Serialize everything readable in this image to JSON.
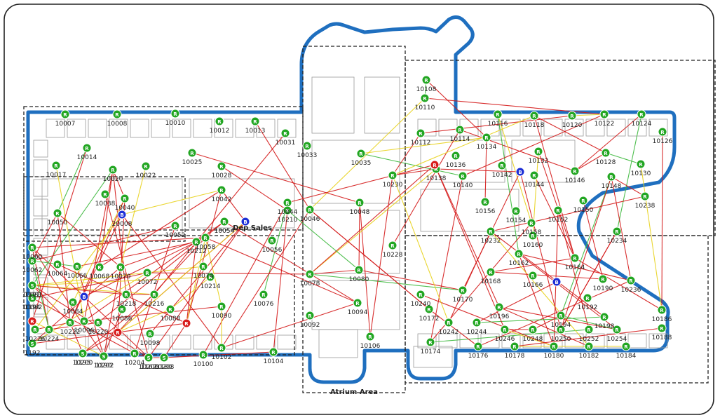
{
  "colors": {
    "outline": "#1f6fbf",
    "link_red": "#d41818",
    "link_yellow": "#e8d21b",
    "link_green": "#3cb83c",
    "node_green": "#22a622",
    "node_blue": "#1e2fd6",
    "node_red": "#d81b1b"
  },
  "labels": {
    "atrium": "Atrium Area",
    "dep_sales": "Dep Sales"
  },
  "nodes": [
    {
      "id": "n1",
      "t": "R",
      "c": "green",
      "label": "10007"
    },
    {
      "id": "n2",
      "t": "R",
      "c": "green",
      "label": "10008"
    },
    {
      "id": "n3",
      "t": "R",
      "c": "green",
      "label": "10010"
    },
    {
      "id": "n4",
      "t": "R",
      "c": "green",
      "label": "10012"
    },
    {
      "id": "n5",
      "t": "R",
      "c": "green",
      "label": "10013"
    },
    {
      "id": "n6",
      "t": "R",
      "c": "green",
      "label": "10014"
    },
    {
      "id": "n7",
      "t": "R",
      "c": "green",
      "label": "10017"
    },
    {
      "id": "n8",
      "t": "R",
      "c": "green",
      "label": "10020"
    },
    {
      "id": "n9",
      "t": "R",
      "c": "green",
      "label": "10022"
    },
    {
      "id": "n10",
      "t": "R",
      "c": "green",
      "label": "10025"
    },
    {
      "id": "n11",
      "t": "R",
      "c": "green",
      "label": "10028"
    },
    {
      "id": "n12",
      "t": "R",
      "c": "green",
      "label": "10031"
    },
    {
      "id": "n13",
      "t": "R",
      "c": "green",
      "label": "10033"
    },
    {
      "id": "n14",
      "t": "R",
      "c": "green",
      "label": "10035"
    },
    {
      "id": "n15",
      "t": "R",
      "c": "green",
      "label": "10038"
    },
    {
      "id": "n16",
      "t": "R",
      "c": "green",
      "label": "10040"
    },
    {
      "id": "n17",
      "t": "R",
      "c": "green",
      "label": "10042"
    },
    {
      "id": "n18",
      "t": "R",
      "c": "green",
      "label": "10044"
    },
    {
      "id": "n19",
      "t": "R",
      "c": "green",
      "label": "10046"
    },
    {
      "id": "n20",
      "t": "R",
      "c": "green",
      "label": "10048"
    },
    {
      "id": "n21",
      "t": "R",
      "c": "green",
      "label": "10050"
    },
    {
      "id": "n22",
      "t": "R",
      "c": "green",
      "label": "10052"
    },
    {
      "id": "n23",
      "t": "R",
      "c": "green",
      "label": "10054"
    },
    {
      "id": "n24",
      "t": "R",
      "c": "green",
      "label": "10056"
    },
    {
      "id": "n25",
      "t": "R",
      "c": "green",
      "label": "10058"
    },
    {
      "id": "n26",
      "t": "R",
      "c": "green",
      "label": "10060"
    },
    {
      "id": "n27",
      "t": "R",
      "c": "green",
      "label": "10062"
    },
    {
      "id": "n28",
      "t": "R",
      "c": "green",
      "label": "10064"
    },
    {
      "id": "n29",
      "t": "R",
      "c": "green",
      "label": "10066"
    },
    {
      "id": "n30",
      "t": "R",
      "c": "green",
      "label": "10068"
    },
    {
      "id": "n31",
      "t": "R",
      "c": "green",
      "label": "10070"
    },
    {
      "id": "n32",
      "t": "R",
      "c": "green",
      "label": "10072"
    },
    {
      "id": "n33",
      "t": "R",
      "c": "green",
      "label": "10074"
    },
    {
      "id": "n34",
      "t": "R",
      "c": "green",
      "label": "10076"
    },
    {
      "id": "n35",
      "t": "R",
      "c": "green",
      "label": "10078"
    },
    {
      "id": "n36",
      "t": "R",
      "c": "green",
      "label": "10080"
    },
    {
      "id": "n37",
      "t": "R",
      "c": "green",
      "label": "10081"
    },
    {
      "id": "n38",
      "t": "R",
      "c": "green",
      "label": "10082"
    },
    {
      "id": "n39",
      "t": "R",
      "c": "green",
      "label": "10084"
    },
    {
      "id": "n40",
      "t": "R",
      "c": "green",
      "label": "10086"
    },
    {
      "id": "n41",
      "t": "R",
      "c": "green",
      "label": "10088"
    },
    {
      "id": "n42",
      "t": "R",
      "c": "green",
      "label": "10090"
    },
    {
      "id": "n43",
      "t": "R",
      "c": "green",
      "label": "10092"
    },
    {
      "id": "n44",
      "t": "R",
      "c": "green",
      "label": "10094"
    },
    {
      "id": "n45",
      "t": "R",
      "c": "green",
      "label": "10096"
    },
    {
      "id": "n46",
      "t": "R",
      "c": "green",
      "label": "10098"
    },
    {
      "id": "n47",
      "t": "R",
      "c": "green",
      "label": "10100"
    },
    {
      "id": "n48",
      "t": "R",
      "c": "green",
      "label": "10102"
    },
    {
      "id": "n49",
      "t": "R",
      "c": "green",
      "label": "10104"
    },
    {
      "id": "n50",
      "t": "R",
      "c": "green",
      "label": "10106"
    },
    {
      "id": "n51",
      "t": "R",
      "c": "green",
      "label": "10108"
    },
    {
      "id": "n52",
      "t": "R",
      "c": "green",
      "label": "10110"
    },
    {
      "id": "n53",
      "t": "R",
      "c": "green",
      "label": "10112"
    },
    {
      "id": "n54",
      "t": "R",
      "c": "green",
      "label": "10114"
    },
    {
      "id": "n55",
      "t": "R",
      "c": "green",
      "label": "10116"
    },
    {
      "id": "n56",
      "t": "R",
      "c": "green",
      "label": "10118"
    },
    {
      "id": "n57",
      "t": "R",
      "c": "green",
      "label": "10120"
    },
    {
      "id": "n58",
      "t": "R",
      "c": "green",
      "label": "10122"
    },
    {
      "id": "n59",
      "t": "R",
      "c": "green",
      "label": "10124"
    },
    {
      "id": "n60",
      "t": "R",
      "c": "green",
      "label": "10126"
    },
    {
      "id": "n61",
      "t": "R",
      "c": "green",
      "label": "10128"
    },
    {
      "id": "n62",
      "t": "R",
      "c": "green",
      "label": "10130"
    },
    {
      "id": "n63",
      "t": "R",
      "c": "green",
      "label": "10132"
    },
    {
      "id": "n64",
      "t": "R",
      "c": "green",
      "label": "10134"
    },
    {
      "id": "n65",
      "t": "R",
      "c": "green",
      "label": "10136"
    },
    {
      "id": "n66",
      "t": "R",
      "c": "green",
      "label": "10138"
    },
    {
      "id": "n67",
      "t": "R",
      "c": "green",
      "label": "10140"
    },
    {
      "id": "n68",
      "t": "R",
      "c": "green",
      "label": "10142"
    },
    {
      "id": "n69",
      "t": "R",
      "c": "green",
      "label": "10144"
    },
    {
      "id": "n70",
      "t": "R",
      "c": "green",
      "label": "10146"
    },
    {
      "id": "n71",
      "t": "R",
      "c": "green",
      "label": "10148"
    },
    {
      "id": "n72",
      "t": "R",
      "c": "green",
      "label": "10150"
    },
    {
      "id": "n73",
      "t": "R",
      "c": "green",
      "label": "10152"
    },
    {
      "id": "n74",
      "t": "R",
      "c": "green",
      "label": "10154"
    },
    {
      "id": "n75",
      "t": "R",
      "c": "green",
      "label": "10156"
    },
    {
      "id": "n76",
      "t": "R",
      "c": "green",
      "label": "10158"
    },
    {
      "id": "n77",
      "t": "R",
      "c": "green",
      "label": "10160"
    },
    {
      "id": "n78",
      "t": "R",
      "c": "green",
      "label": "10162"
    },
    {
      "id": "n79",
      "t": "R",
      "c": "green",
      "label": "10164"
    },
    {
      "id": "n80",
      "t": "R",
      "c": "green",
      "label": "10166"
    },
    {
      "id": "n81",
      "t": "R",
      "c": "green",
      "label": "10168"
    },
    {
      "id": "n82",
      "t": "R",
      "c": "green",
      "label": "10170"
    },
    {
      "id": "n83",
      "t": "R",
      "c": "green",
      "label": "10172"
    },
    {
      "id": "n84",
      "t": "R",
      "c": "green",
      "label": "10174"
    },
    {
      "id": "n85",
      "t": "R",
      "c": "green",
      "label": "10176"
    },
    {
      "id": "n86",
      "t": "R",
      "c": "green",
      "label": "10178"
    },
    {
      "id": "n87",
      "t": "R",
      "c": "green",
      "label": "10180"
    },
    {
      "id": "n88",
      "t": "R",
      "c": "green",
      "label": "10182"
    },
    {
      "id": "n89",
      "t": "R",
      "c": "green",
      "label": "10184"
    },
    {
      "id": "n90",
      "t": "R",
      "c": "green",
      "label": "10186"
    },
    {
      "id": "n91",
      "t": "R",
      "c": "green",
      "label": "10188"
    },
    {
      "id": "n92",
      "t": "R",
      "c": "green",
      "label": "10190"
    },
    {
      "id": "n93",
      "t": "R",
      "c": "green",
      "label": "10192"
    },
    {
      "id": "n94",
      "t": "R",
      "c": "green",
      "label": "10194"
    },
    {
      "id": "n95",
      "t": "R",
      "c": "green",
      "label": "10196"
    },
    {
      "id": "n96",
      "t": "R",
      "c": "green",
      "label": "10198"
    },
    {
      "id": "n97",
      "t": "R",
      "c": "green",
      "label": "10200"
    },
    {
      "id": "n98",
      "t": "R",
      "c": "green",
      "label": "10202"
    },
    {
      "id": "n99",
      "t": "R",
      "c": "green",
      "label": "10204"
    },
    {
      "id": "n100",
      "t": "R",
      "c": "green",
      "label": "10206"
    },
    {
      "id": "n101",
      "t": "R",
      "c": "green",
      "label": "10208"
    },
    {
      "id": "n102",
      "t": "R",
      "c": "green",
      "label": "10210"
    },
    {
      "id": "n103",
      "t": "R",
      "c": "green",
      "label": "10212"
    },
    {
      "id": "n104",
      "t": "R",
      "c": "green",
      "label": "10214"
    },
    {
      "id": "n105",
      "t": "R",
      "c": "green",
      "label": "10216"
    },
    {
      "id": "n106",
      "t": "R",
      "c": "green",
      "label": "10218"
    },
    {
      "id": "n107",
      "t": "R",
      "c": "green",
      "label": "10220"
    },
    {
      "id": "n108",
      "t": "R",
      "c": "green",
      "label": "10222"
    },
    {
      "id": "n109",
      "t": "R",
      "c": "green",
      "label": "10224"
    },
    {
      "id": "n110",
      "t": "R",
      "c": "green",
      "label": "10226"
    },
    {
      "id": "n111",
      "t": "R",
      "c": "green",
      "label": "10228"
    },
    {
      "id": "n112",
      "t": "R",
      "c": "green",
      "label": "10230"
    },
    {
      "id": "n113",
      "t": "R",
      "c": "green",
      "label": "10232"
    },
    {
      "id": "n114",
      "t": "R",
      "c": "green",
      "label": "10234"
    },
    {
      "id": "n115",
      "t": "R",
      "c": "green",
      "label": "10236"
    },
    {
      "id": "n116",
      "t": "R",
      "c": "green",
      "label": "10238"
    },
    {
      "id": "n117",
      "t": "R",
      "c": "green",
      "label": "10240"
    },
    {
      "id": "n118",
      "t": "R",
      "c": "green",
      "label": "10242"
    },
    {
      "id": "n119",
      "t": "R",
      "c": "green",
      "label": "10244"
    },
    {
      "id": "n120",
      "t": "R",
      "c": "green",
      "label": "10246"
    },
    {
      "id": "n121",
      "t": "R",
      "c": "green",
      "label": "10248"
    },
    {
      "id": "n122",
      "t": "R",
      "c": "green",
      "label": "10250"
    },
    {
      "id": "n123",
      "t": "R",
      "c": "green",
      "label": "10252"
    },
    {
      "id": "n124",
      "t": "R",
      "c": "green",
      "label": "10254"
    },
    {
      "id": "n125",
      "t": "S",
      "c": "green",
      "label": "1195"
    },
    {
      "id": "n126",
      "t": "S",
      "c": "green",
      "label": "1190"
    },
    {
      "id": "n127",
      "t": "S",
      "c": "green",
      "label": "1162"
    },
    {
      "id": "n128",
      "t": "S",
      "c": "green",
      "label": "1180"
    },
    {
      "id": "n129",
      "t": "S",
      "c": "green",
      "label": "1191"
    },
    {
      "id": "n130",
      "t": "S",
      "c": "green",
      "label": "1194"
    },
    {
      "id": "n131",
      "t": "S",
      "c": "green",
      "label": "1192"
    },
    {
      "id": "n132",
      "t": "B",
      "c": "blue",
      "label": "20008"
    },
    {
      "id": "n133",
      "t": "B",
      "c": "blue",
      "label": ""
    },
    {
      "id": "n134",
      "t": "B",
      "c": "blue",
      "label": ""
    },
    {
      "id": "n135",
      "t": "B",
      "c": "blue",
      "label": ""
    },
    {
      "id": "n136",
      "t": "B",
      "c": "blue",
      "label": ""
    },
    {
      "id": "n137",
      "t": "R",
      "c": "red",
      "label": ""
    },
    {
      "id": "n138",
      "t": "R",
      "c": "red",
      "label": ""
    },
    {
      "id": "n139",
      "t": "R",
      "c": "red",
      "label": ""
    },
    {
      "id": "n140",
      "t": "R",
      "c": "red",
      "label": ""
    }
  ]
}
